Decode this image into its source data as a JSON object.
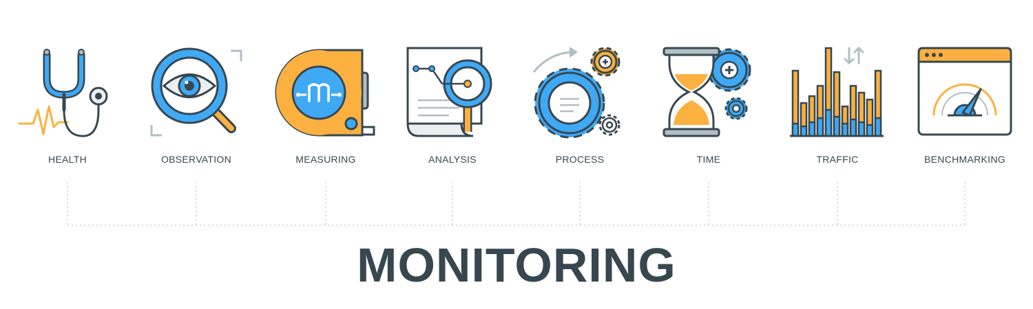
{
  "title": "MONITORING",
  "colors": {
    "stroke": "#37474f",
    "blue": "#3fa9f5",
    "orange": "#fbb040",
    "gray": "#b0bec5",
    "light": "#eceff1"
  },
  "items": [
    {
      "label": "HEALTH",
      "icon": "stethoscope-icon"
    },
    {
      "label": "OBSERVATION",
      "icon": "magnifier-eye-icon"
    },
    {
      "label": "MEASURING",
      "icon": "tape-measure-icon"
    },
    {
      "label": "ANALYSIS",
      "icon": "document-magnifier-icon"
    },
    {
      "label": "PROCESS",
      "icon": "gears-icon"
    },
    {
      "label": "TIME",
      "icon": "hourglass-gear-icon"
    },
    {
      "label": "TRAFFIC",
      "icon": "traffic-bar-chart-icon"
    },
    {
      "label": "BENCHMARKING",
      "icon": "browser-gauge-icon"
    }
  ]
}
